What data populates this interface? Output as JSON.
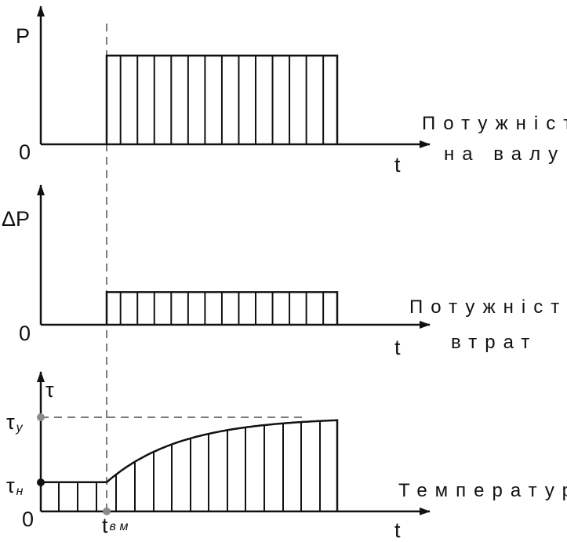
{
  "colors": {
    "ink": "#111111",
    "guide": "#7a7a7a",
    "marker_tn": "#111111",
    "marker_gray": "#8a8a8a"
  },
  "icons": {
    "arrow": "arrow-head-icon",
    "marker": "dot-marker-icon"
  },
  "panels": [
    {
      "key": "shaft",
      "y_label": "P",
      "origin_label": "0",
      "x_label": "t",
      "caption_line1": "Потужність",
      "caption_line2": "на валу",
      "profile": "step",
      "level": 0.78,
      "hatch_count": 13
    },
    {
      "key": "loss",
      "y_label": "ΔP",
      "origin_label": "0",
      "x_label": "t",
      "caption_line1": "Потужність",
      "caption_line2": "втрат",
      "profile": "step",
      "level": 0.33,
      "hatch_count": 13
    },
    {
      "key": "temp",
      "y_label": "τ",
      "origin_label": "0",
      "x_label": "t",
      "caption_line1": "Температура",
      "tau_y_label": "τ",
      "tau_y_sub": "у",
      "tau_n_label": "τ",
      "tau_n_sub": "н",
      "tvm_label": "t",
      "tvm_sub": "вм",
      "profile": "exponential-rise",
      "initial_level": 0.31,
      "final_level": 1.0,
      "hatch_count": 17
    }
  ]
}
